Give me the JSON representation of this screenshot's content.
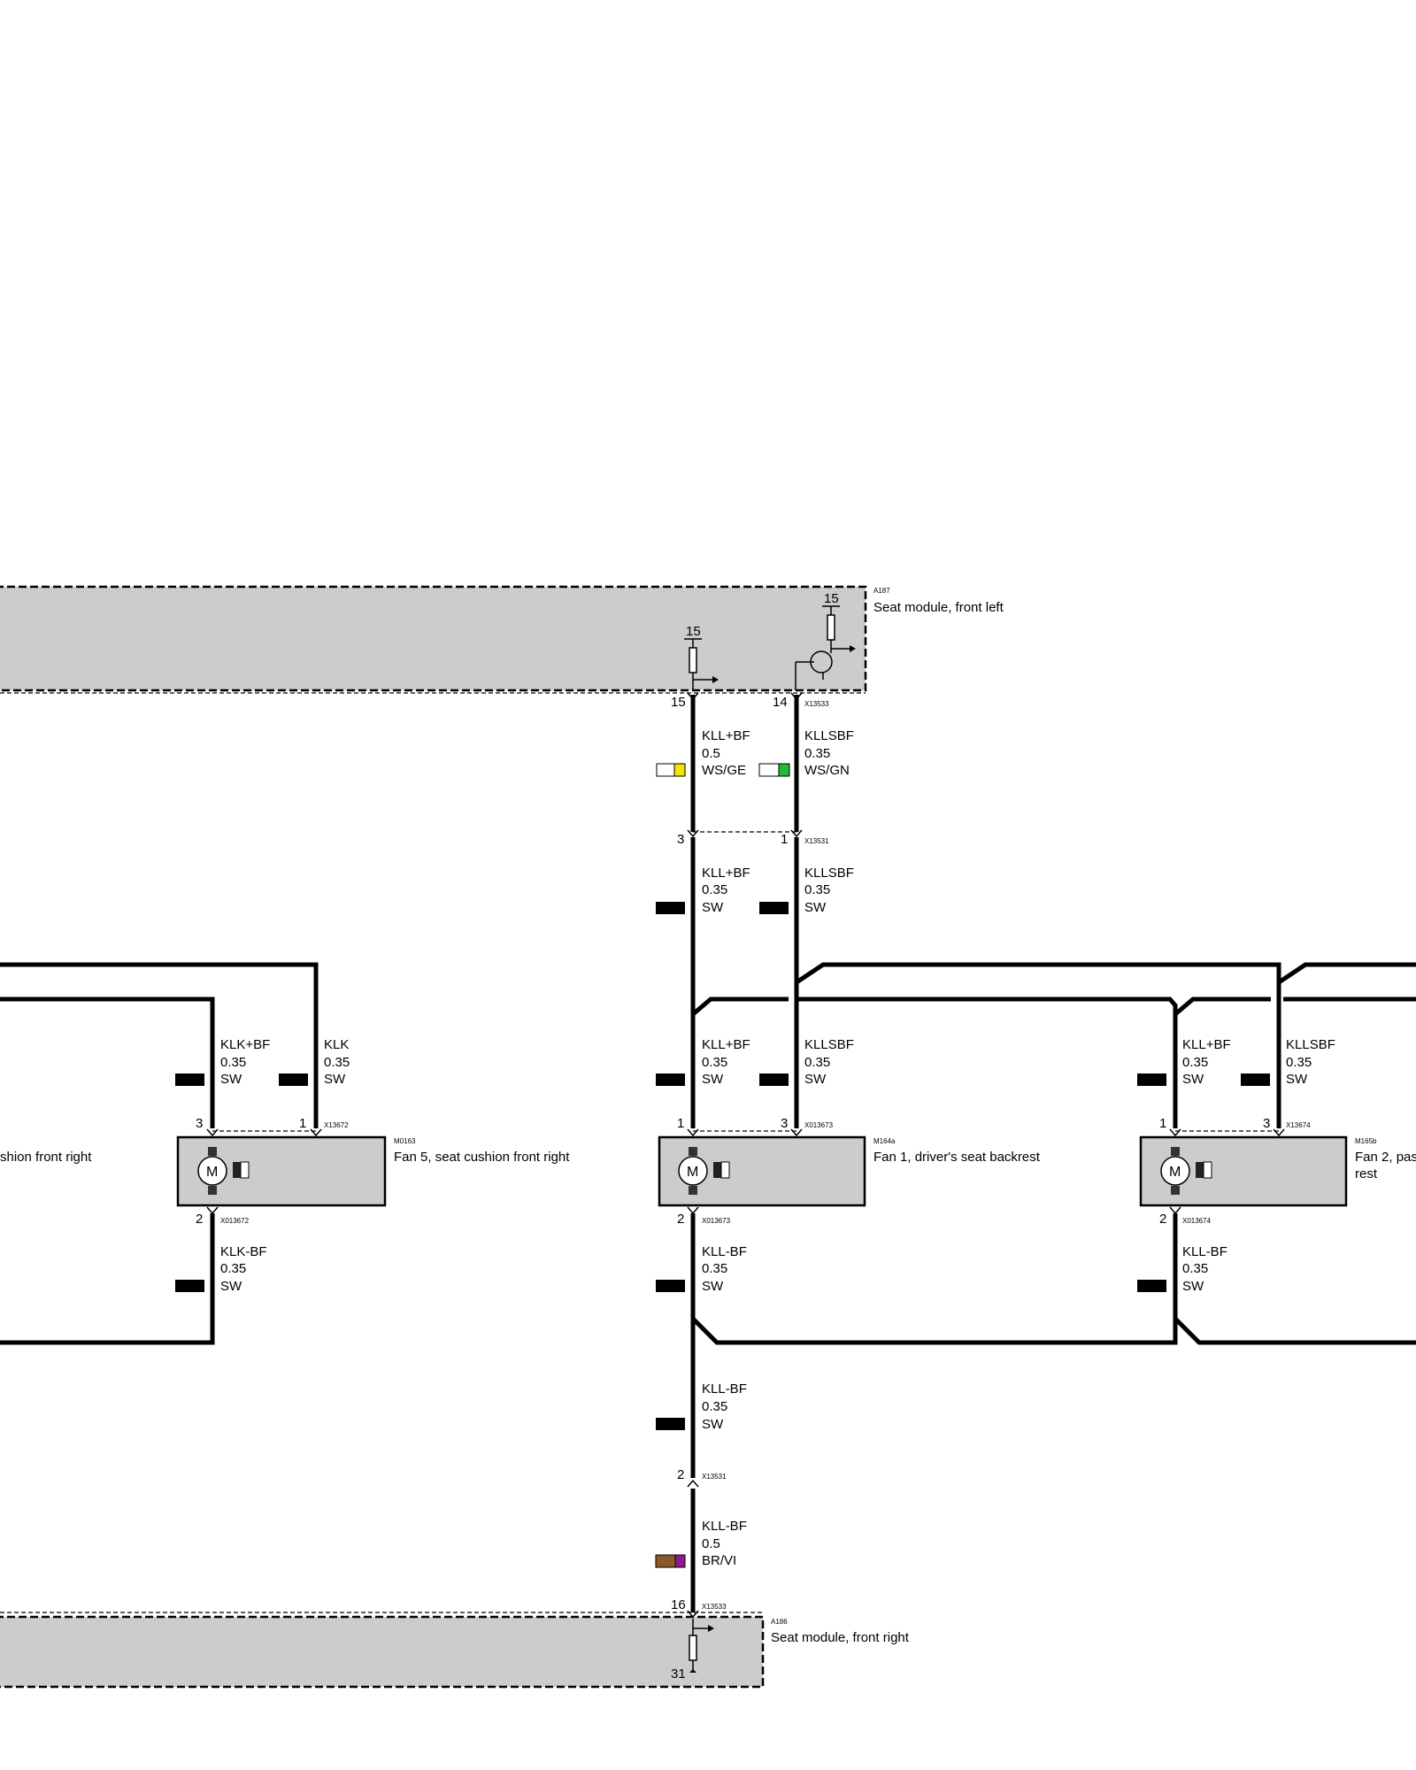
{
  "modules": {
    "seat_module_left": {
      "code": "A187",
      "name": "Seat module, front left",
      "pin_15": "15",
      "pin_14": "14",
      "supply_left": "15",
      "supply_right": "15",
      "connector": "X13533"
    },
    "seat_module_right": {
      "code": "A186",
      "name": "Seat module, front right",
      "pin_16": "16",
      "pin_31": "31",
      "connector": "X13533"
    }
  },
  "connectors": {
    "x13531": {
      "code": "X13531",
      "pin_3": "3",
      "pin_1": "1",
      "pin_2": "2"
    }
  },
  "wires": {
    "w_a": {
      "signal": "KLL+BF",
      "size": "0.5",
      "color": "WS/GE",
      "c1": "#ffffff",
      "c2": "#f2e600"
    },
    "w_b": {
      "signal": "KLLSBF",
      "size": "0.35",
      "color": "WS/GN",
      "c1": "#ffffff",
      "c2": "#22bb33"
    },
    "w_c": {
      "signal": "KLL+BF",
      "size": "0.35",
      "color": "SW"
    },
    "w_d": {
      "signal": "KLLSBF",
      "size": "0.35",
      "color": "SW"
    },
    "w_e": {
      "signal": "KLK+BF",
      "size": "0.35",
      "color": "SW"
    },
    "w_f": {
      "signal": "KLK",
      "size": "0.35",
      "color": "SW"
    },
    "w_g": {
      "signal": "KLL+BF",
      "size": "0.35",
      "color": "SW"
    },
    "w_h": {
      "signal": "KLLSBF",
      "size": "0.35",
      "color": "SW"
    },
    "w_i": {
      "signal": "KLL+BF",
      "size": "0.35",
      "color": "SW"
    },
    "w_j": {
      "signal": "KLLSBF",
      "size": "0.35",
      "color": "SW"
    },
    "w_k": {
      "signal": "KLK-BF",
      "size": "0.35",
      "color": "SW"
    },
    "w_l": {
      "signal": "KLL-BF",
      "size": "0.35",
      "color": "SW"
    },
    "w_m": {
      "signal": "KLL-BF",
      "size": "0.35",
      "color": "SW"
    },
    "w_n": {
      "signal": "KLL-BF",
      "size": "0.35",
      "color": "SW"
    },
    "w_o": {
      "signal": "KLL-BF",
      "size": "0.5",
      "color": "BR/VI",
      "c1": "#8b5a2b",
      "c2": "#8e1a8e"
    }
  },
  "fans": {
    "fan5": {
      "code": "M0163",
      "name": "Fan 5, seat cushion front right",
      "pin_top_a": "3",
      "pin_top_b": "1",
      "pin_bottom": "2",
      "top_connector": "X13672",
      "bottom_connector": "X013672"
    },
    "fan1": {
      "code": "M164a",
      "name": "Fan 1, driver's seat backrest",
      "pin_top_a": "1",
      "pin_top_b": "3",
      "pin_bottom": "2",
      "top_connector": "X013673",
      "bottom_connector": "X013673"
    },
    "fan2": {
      "code": "M165b",
      "name_line1": "Fan 2, pas",
      "name_line2": "rest",
      "pin_top_a": "1",
      "pin_top_b": "3",
      "pin_bottom": "2",
      "top_connector": "X13674",
      "bottom_connector": "X013674"
    }
  },
  "partial_labels": {
    "left_fan_name": "shion front right"
  },
  "motor_symbol": "M"
}
